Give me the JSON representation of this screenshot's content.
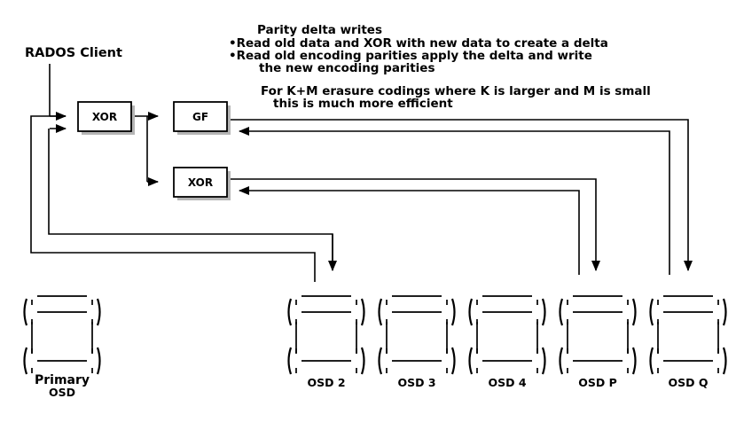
{
  "diagram": {
    "title_note": {
      "line1": "Parity delta writes",
      "bullet1": "•Read old data and XOR with new data to create a delta",
      "bullet2": "•Read old encoding parities apply the delta and write",
      "bullet2_cont": "the new encoding parities"
    },
    "efficiency_note": {
      "line1": "For K+M erasure codings where K is larger and M is small",
      "line2": "this is much more efficient"
    },
    "client_label": "RADOS Client",
    "boxes": [
      {
        "id": "xor-top",
        "label": "XOR"
      },
      {
        "id": "gf",
        "label": "GF"
      },
      {
        "id": "xor-bottom",
        "label": "XOR"
      }
    ],
    "osds": [
      {
        "id": "primary",
        "line1": "Primary",
        "line2": "OSD"
      },
      {
        "id": "osd2",
        "line1": "OSD 2",
        "line2": ""
      },
      {
        "id": "osd3",
        "line1": "OSD 3",
        "line2": ""
      },
      {
        "id": "osd4",
        "line1": "OSD 4",
        "line2": ""
      },
      {
        "id": "osdp",
        "line1": "OSD P",
        "line2": ""
      },
      {
        "id": "osdq",
        "line1": "OSD Q",
        "line2": ""
      }
    ],
    "colors": {
      "stroke": "#000000",
      "background": "#ffffff",
      "box_fill": "#ffffff",
      "shadow": "#b5b5b5"
    }
  }
}
